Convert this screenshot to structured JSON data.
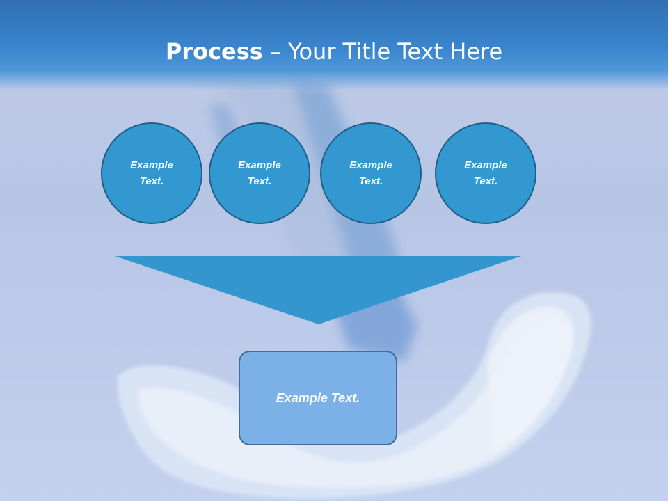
{
  "slide": {
    "title_bold": "Process",
    "title_rest": " – Your Title Text Here",
    "circles": [
      {
        "label": "Example Text."
      },
      {
        "label": "Example Text."
      },
      {
        "label": "Example Text."
      },
      {
        "label": "Example Text."
      }
    ],
    "result_label": "Example Text."
  },
  "colors": {
    "title_bar": "#3a86cf",
    "circle_fill": "#3498d0",
    "circle_border": "#1d5f88",
    "funnel_fill": "#3496cf",
    "result_fill": "#7bb1e6",
    "result_border": "#426b9e"
  }
}
